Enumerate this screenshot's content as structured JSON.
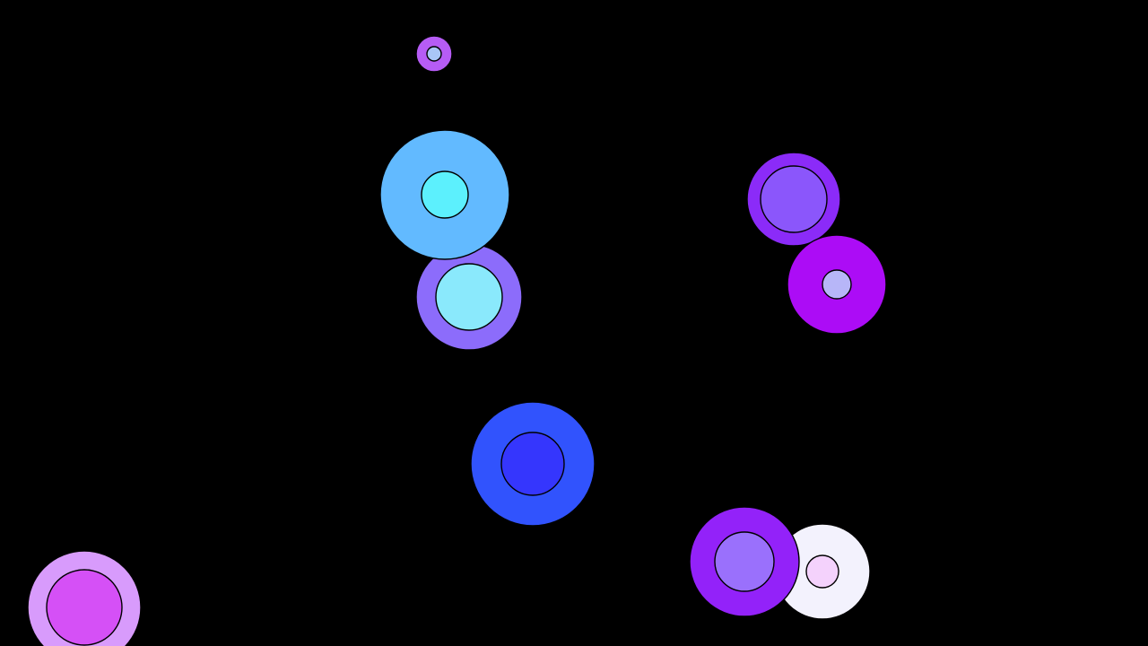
{
  "scene": {
    "background": "#000000",
    "circles": [
      {
        "id": "small-top",
        "outer_color": "#b65cf5",
        "inner_color": "#a9c6f7"
      },
      {
        "id": "light-blue",
        "outer_color": "#62baff",
        "inner_color": "#5cf0fd"
      },
      {
        "id": "periwinkle",
        "outer_color": "#8c6cfb",
        "inner_color": "#8ae9fc"
      },
      {
        "id": "violet-upper-right",
        "outer_color": "#8b2bf8",
        "inner_color": "#8b56fb"
      },
      {
        "id": "magenta-right",
        "outer_color": "#ac0cf6",
        "inner_color": "#b7b6f8"
      },
      {
        "id": "royal-blue",
        "outer_color": "#3153fd",
        "inner_color": "#3536fd"
      },
      {
        "id": "violet-lower",
        "outer_color": "#9322f9",
        "inner_color": "#9a70fc"
      },
      {
        "id": "white-lower",
        "outer_color": "#f3f2fd",
        "inner_color": "#f4d2fc"
      },
      {
        "id": "orchid-corner",
        "outer_color": "#d89bfc",
        "inner_color": "#d550f6"
      }
    ]
  }
}
